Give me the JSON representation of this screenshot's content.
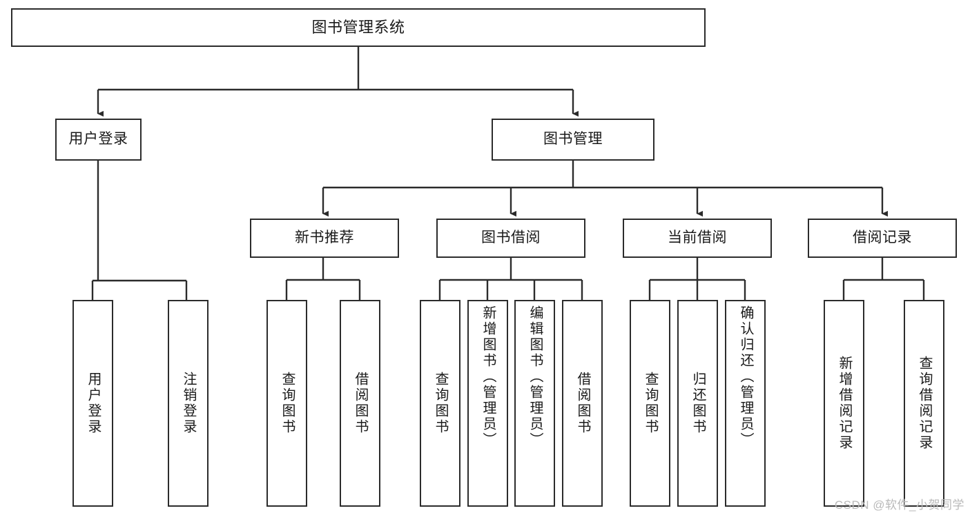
{
  "diagram": {
    "title": "图书管理系统",
    "type": "tree",
    "background_color": "#ffffff",
    "line_color": "#2b2b2b",
    "text_color": "#1a1a1a",
    "nodes": {
      "root": {
        "label": "图书管理系统"
      },
      "level1": [
        {
          "id": "user-login",
          "label": "用户登录"
        },
        {
          "id": "book-manage",
          "label": "图书管理"
        }
      ],
      "level2": [
        {
          "id": "new-book-recommend",
          "label": "新书推荐"
        },
        {
          "id": "book-borrow",
          "label": "图书借阅"
        },
        {
          "id": "current-borrow",
          "label": "当前借阅"
        },
        {
          "id": "borrow-record",
          "label": "借阅记录"
        }
      ],
      "leaves": [
        {
          "id": "leaf-user-login",
          "label": "用户登录"
        },
        {
          "id": "leaf-logout-login",
          "label": "注销登录"
        },
        {
          "id": "leaf-query-book-1",
          "label": "查询图书"
        },
        {
          "id": "leaf-borrow-book-1",
          "label": "借阅图书"
        },
        {
          "id": "leaf-query-book-2",
          "label": "查询图书"
        },
        {
          "id": "leaf-add-book-admin",
          "label": "新增图书（管理员）"
        },
        {
          "id": "leaf-edit-book-admin",
          "label": "编辑图书（管理员）"
        },
        {
          "id": "leaf-borrow-book-2",
          "label": "借阅图书"
        },
        {
          "id": "leaf-query-book-3",
          "label": "查询图书"
        },
        {
          "id": "leaf-return-book",
          "label": "归还图书"
        },
        {
          "id": "leaf-confirm-return-admin",
          "label": "确认归还（管理员）"
        },
        {
          "id": "leaf-add-borrow-record",
          "label": "新增借阅记录"
        },
        {
          "id": "leaf-query-borrow-record",
          "label": "查询借阅记录"
        }
      ]
    }
  },
  "watermark": {
    "text": "CSDN @软件_小贺同学"
  }
}
